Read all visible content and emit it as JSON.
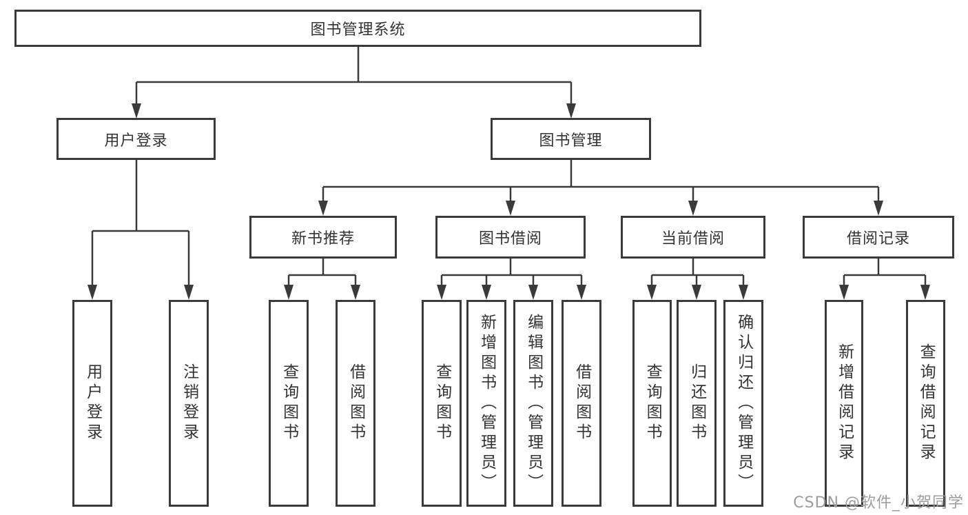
{
  "title": "图书管理系统",
  "colors": {
    "line": "#3a3a3a",
    "text": "#333333",
    "watermark": "#9c9c9c",
    "background": "#ffffff"
  },
  "watermark": {
    "text": "CSDN @软件_小贺同学"
  },
  "nodes": {
    "root": {
      "label": "图书管理系统"
    },
    "user_login": {
      "label": "用户登录"
    },
    "book_mgmt": {
      "label": "图书管理"
    },
    "new_book_rec": {
      "label": "新书推荐"
    },
    "book_borrow": {
      "label": "图书借阅"
    },
    "current_borrow": {
      "label": "当前借阅"
    },
    "borrow_records": {
      "label": "借阅记录"
    },
    "leaf_user_login": {
      "label": "用户登录"
    },
    "leaf_logout": {
      "label": "注销登录"
    },
    "leaf_query_book_1": {
      "label": "查询图书"
    },
    "leaf_borrow_book_1": {
      "label": "借阅图书"
    },
    "leaf_query_book_2": {
      "label": "查询图书"
    },
    "leaf_add_book": {
      "label": "新增图书（管理员）"
    },
    "leaf_edit_book": {
      "label": "编辑图书（管理员）"
    },
    "leaf_borrow_book_2": {
      "label": "借阅图书"
    },
    "leaf_query_book_3": {
      "label": "查询图书"
    },
    "leaf_return_book": {
      "label": "归还图书"
    },
    "leaf_confirm_return": {
      "label": "确认归还（管理员）"
    },
    "leaf_add_borrow_record": {
      "label": "新增借阅记录"
    },
    "leaf_query_borrow_record": {
      "label": "查询借阅记录"
    }
  }
}
